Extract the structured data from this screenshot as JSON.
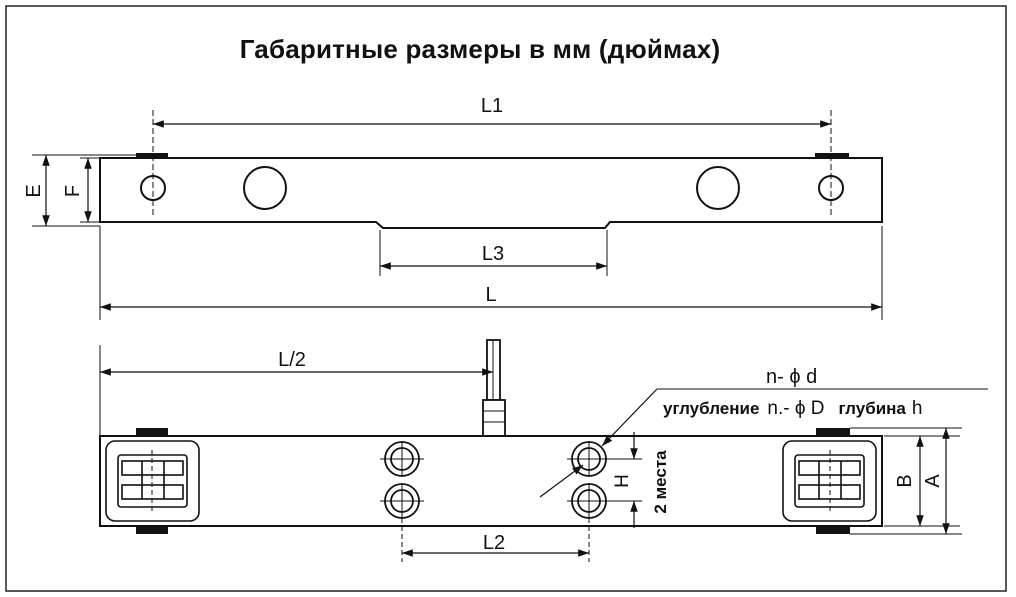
{
  "title": "Габаритные размеры в мм (дюймах)",
  "dimensions": {
    "L1": "L1",
    "L": "L",
    "L3": "L3",
    "E": "E",
    "F": "F",
    "L_half": "L/2",
    "L2": "L2",
    "H": "H",
    "B": "B",
    "A": "A"
  },
  "annotations": {
    "thru_hole": "n- ϕ d",
    "counterbore_prefix": "углубление",
    "counterbore_spec": "n.- ϕ D",
    "depth_word": "глубина",
    "depth_symbol": "h",
    "places": "2 места"
  }
}
